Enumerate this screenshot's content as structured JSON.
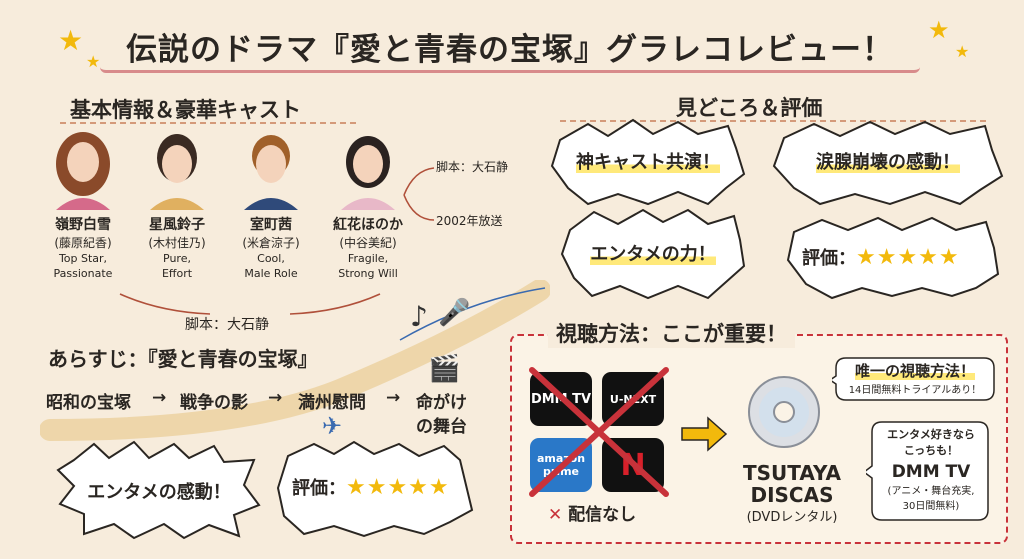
{
  "title": "伝説のドラマ『愛と青春の宝塚』グラレコレビュー！",
  "basic": {
    "heading": "基本情報＆豪華キャスト",
    "cast": [
      {
        "name": "嶺野白雪",
        "actor": "(藤原紀香)",
        "desc1": "Top Star,",
        "desc2": "Passionate",
        "hair": "#8a4a2a",
        "top": "#d56a8a"
      },
      {
        "name": "星風鈴子",
        "actor": "(木村佳乃)",
        "desc1": "Pure,",
        "desc2": "Effort",
        "hair": "#3a2a22",
        "top": "#e0b060"
      },
      {
        "name": "室町茜",
        "actor": "(米倉涼子)",
        "desc1": "Cool,",
        "desc2": "Male Role",
        "hair": "#a0602a",
        "top": "#2f4a7a"
      },
      {
        "name": "紅花ほのか",
        "actor": "(中谷美紀)",
        "desc1": "Fragile,",
        "desc2": "Strong Will",
        "hair": "#2a2220",
        "top": "#e8b8c8"
      }
    ],
    "script_note": "脚本：大石静",
    "broadcast_note": "2002年放送",
    "script_bottom": "脚本：大石静"
  },
  "synopsis": {
    "heading": "あらすじ：『愛と青春の宝塚』",
    "flow": [
      "昭和の宝塚",
      "戦争の影",
      "満州慰問",
      "命がけ",
      "の舞台"
    ],
    "arrow": "→",
    "bubble_emotion": "エンタメの感動！",
    "rating_label": "評価：",
    "rating_stars": "★★★★★",
    "rating_value": 5
  },
  "highlights": {
    "heading": "見どころ＆評価",
    "bubbles": [
      "神キャスト共演！",
      "涙腺崩壊の感動！",
      "エンタメの力！"
    ],
    "rating_label": "評価：",
    "rating_stars": "★★★★★",
    "rating_value": 5
  },
  "viewing": {
    "heading": "視聴方法：ここが重要！",
    "services": [
      {
        "label": "DMM TV",
        "color": "#111111"
      },
      {
        "label": "U-NEXT",
        "color": "#111111"
      },
      {
        "label": "amazon prime",
        "color": "#2a78c8"
      },
      {
        "label": "N",
        "color": "#111111"
      }
    ],
    "no_stream": "配信なし",
    "only_method": "唯一の視聴方法！",
    "trial": "14日間無料トライアルあり！",
    "tsutaya_line1": "TSUTAYA",
    "tsutaya_line2": "DISCAS",
    "tsutaya_sub": "(DVDレンタル)",
    "alt_intro1": "エンタメ好きなら",
    "alt_intro2": "こっちも！",
    "alt_name": "DMM TV",
    "alt_desc1": "(アニメ・舞台充実,",
    "alt_desc2": "30日間無料)"
  },
  "colors": {
    "background": "#f7ecdc",
    "accent_red": "#c8323a",
    "star": "#f2b90c",
    "highlight": "#ffe97a"
  }
}
